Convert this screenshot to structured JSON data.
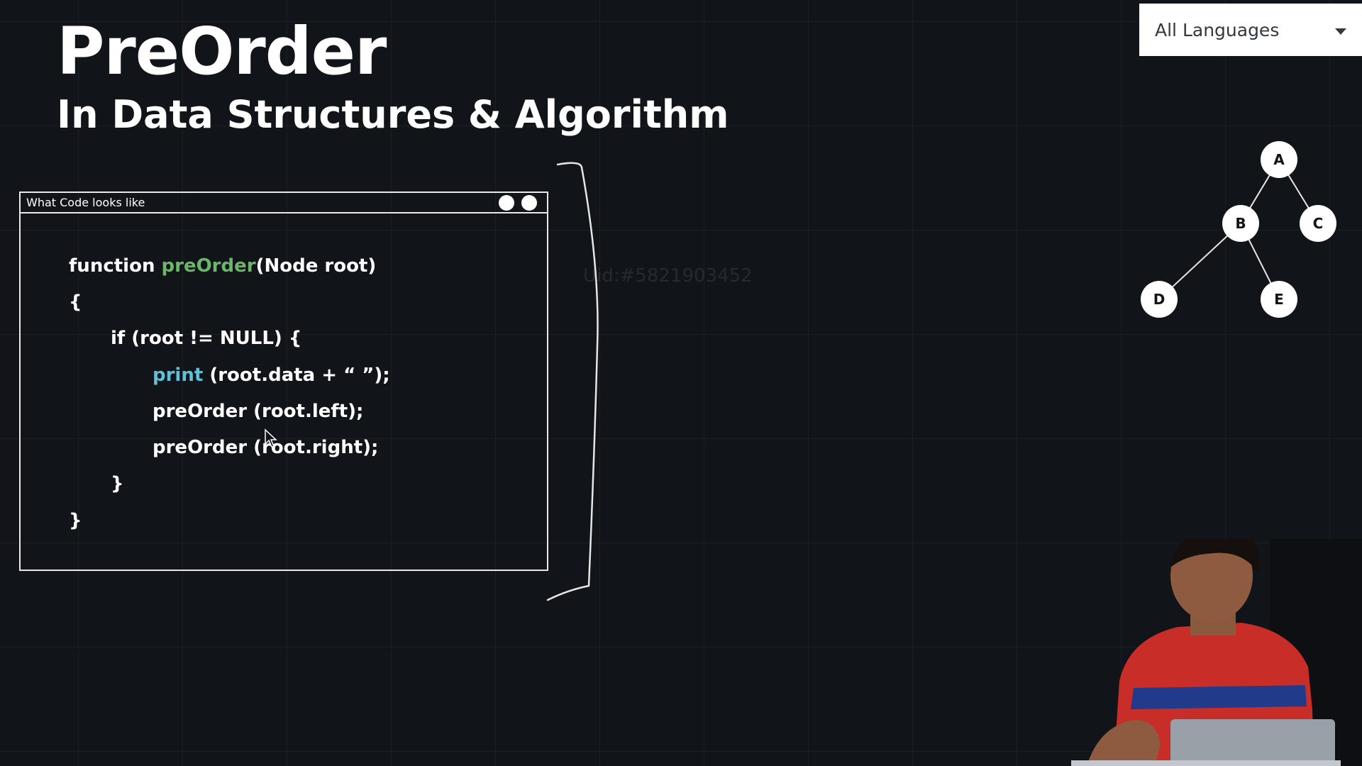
{
  "header": {
    "title": "PreOrder",
    "subtitle": "In Data Structures & Algorithm"
  },
  "language_select": {
    "selected": "All Languages"
  },
  "code_window": {
    "title": "What Code looks like",
    "lines": [
      {
        "parts": [
          {
            "text": "function "
          },
          {
            "text": "preOrder",
            "color": "#6db56a"
          },
          {
            "text": "(Node root)"
          }
        ],
        "indent": 0
      },
      {
        "parts": [
          {
            "text": "{"
          }
        ],
        "indent": 0
      },
      {
        "parts": [
          {
            "text": "if (root != NULL) {"
          }
        ],
        "indent": 1
      },
      {
        "parts": [
          {
            "text": "print",
            "color": "#5fc0d8"
          },
          {
            "text": " (root.data + “ ”);"
          }
        ],
        "indent": 2
      },
      {
        "parts": [
          {
            "text": "preOrder (root.left);"
          }
        ],
        "indent": 2
      },
      {
        "parts": [
          {
            "text": "preOrder (root.right);"
          }
        ],
        "indent": 2
      },
      {
        "parts": [
          {
            "text": "}"
          }
        ],
        "indent": 1
      },
      {
        "parts": [
          {
            "text": "}"
          }
        ],
        "indent": 0
      }
    ]
  },
  "watermark": "Uid:#5821903452",
  "tree": {
    "nodes": [
      "A",
      "B",
      "C",
      "D",
      "E"
    ],
    "edges": [
      [
        "A",
        "B"
      ],
      [
        "A",
        "C"
      ],
      [
        "B",
        "D"
      ],
      [
        "B",
        "E"
      ]
    ]
  },
  "colors": {
    "background": "#111419",
    "accent_green": "#6db56a",
    "accent_blue": "#5fc0d8"
  }
}
